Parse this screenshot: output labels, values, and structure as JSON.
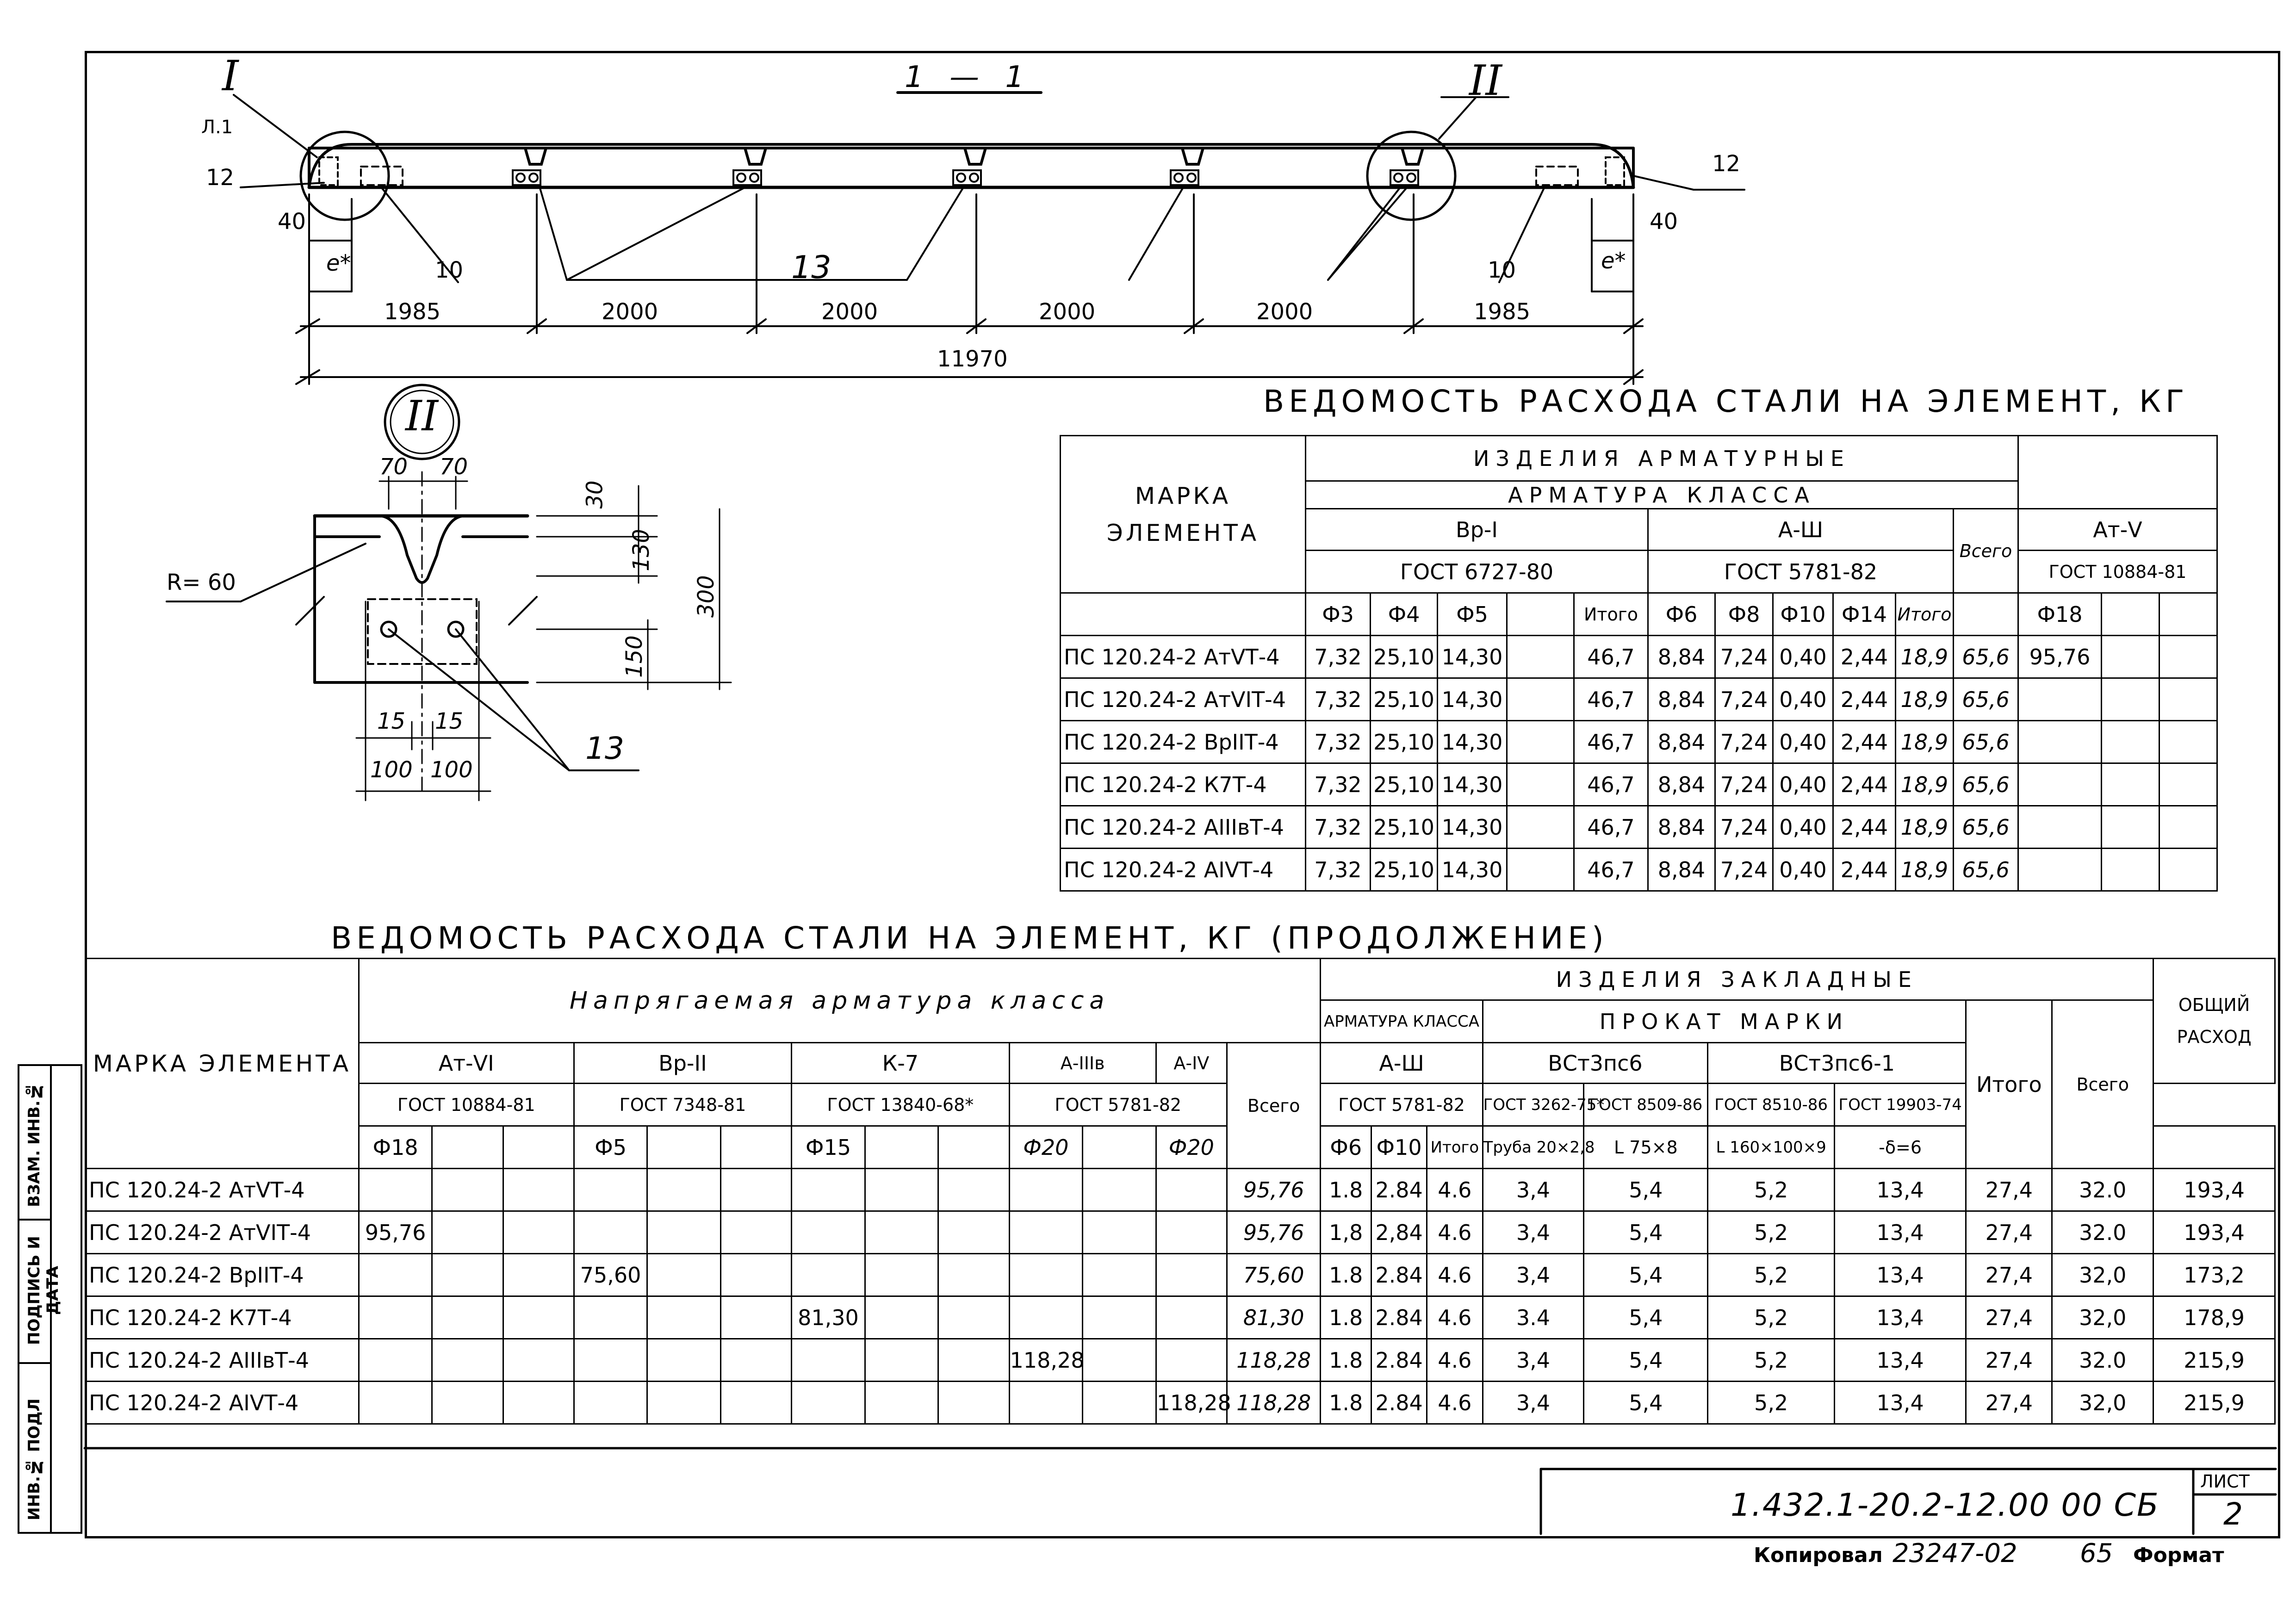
{
  "sidebar": [
    "ИНВ.№ ПОДЛ",
    "ПОДПИСЬ И ДАТА",
    "ВЗАМ. ИНВ.№"
  ],
  "drawing": {
    "section_title": "1 — 1",
    "callout_I": "I",
    "callout_I_ref": "Л.1",
    "callout_II": "II",
    "detail_II_label": "II",
    "pos": {
      "p12": "12",
      "p10": "10",
      "p13": "13"
    },
    "dims": {
      "d40": "40",
      "e": "e*",
      "spans": [
        "1985",
        "2000",
        "2000",
        "2000",
        "2000",
        "1985"
      ],
      "total": "11970"
    },
    "detail": {
      "r": "R= 60",
      "d70a": "70",
      "d70b": "70",
      "d30": "30",
      "d130": "130",
      "d300": "300",
      "d150": "150",
      "d15a": "15",
      "d15b": "15",
      "d100a": "100",
      "d100b": "100",
      "p13": "13"
    }
  },
  "table1": {
    "title": "ВЕДОМОСТЬ РАСХОДА СТАЛИ НА ЭЛЕМЕНТ, КГ",
    "head": {
      "mark": "МАРКА ЭЛЕМЕНТА",
      "products": "ИЗДЕЛИЯ АРМАТУРНЫЕ",
      "class": "АРМАТУРА КЛАССА",
      "bp1": "Вр-I",
      "a3": "А-Ш",
      "gost_bp1": "ГОСТ 6727-80",
      "gost_a3": "ГОСТ 5781-82",
      "total": "Всего",
      "at5": "Ат-V",
      "gost_at5": "ГОСТ 10884-81",
      "d3": "Ф3",
      "d4": "Ф4",
      "d5": "Ф5",
      "itogo": "Итого",
      "d6": "Ф6",
      "d8": "Ф8",
      "d10": "Ф10",
      "d14": "Ф14",
      "itogo2": "Итого",
      "d18": "Ф18"
    },
    "rows": [
      [
        "ПС 120.24-2 АтVТ-4",
        "7,32",
        "25,10",
        "14,30",
        "",
        "46,7",
        "8,84",
        "7,24",
        "0,40",
        "2,44",
        "18,9",
        "65,6",
        "95,76",
        "",
        ""
      ],
      [
        "ПС 120.24-2 АтVIТ-4",
        "7,32",
        "25,10",
        "14,30",
        "",
        "46,7",
        "8,84",
        "7,24",
        "0,40",
        "2,44",
        "18,9",
        "65,6",
        "",
        "",
        ""
      ],
      [
        "ПС 120.24-2 ВрIIТ-4",
        "7,32",
        "25,10",
        "14,30",
        "",
        "46,7",
        "8,84",
        "7,24",
        "0,40",
        "2,44",
        "18,9",
        "65,6",
        "",
        "",
        ""
      ],
      [
        "ПС 120.24-2 К7Т-4",
        "7,32",
        "25,10",
        "14,30",
        "",
        "46,7",
        "8,84",
        "7,24",
        "0,40",
        "2,44",
        "18,9",
        "65,6",
        "",
        "",
        ""
      ],
      [
        "ПС 120.24-2 АIIIвТ-4",
        "7,32",
        "25,10",
        "14,30",
        "",
        "46,7",
        "8,84",
        "7,24",
        "0,40",
        "2,44",
        "18,9",
        "65,6",
        "",
        "",
        ""
      ],
      [
        "ПС 120.24-2 АIVТ-4",
        "7,32",
        "25,10",
        "14,30",
        "",
        "46,7",
        "8,84",
        "7,24",
        "0,40",
        "2,44",
        "18,9",
        "65,6",
        "",
        "",
        ""
      ]
    ]
  },
  "table2": {
    "title": "ВЕДОМОСТЬ РАСХОДА СТАЛИ НА ЭЛЕМЕНТ, КГ (ПРОДОЛЖЕНИЕ)",
    "head": {
      "mark": "МАРКА ЭЛЕМЕНТА",
      "prestressed": "Напрягаемая арматура класса",
      "at6": "Ат-VI",
      "bp2": "Вр-II",
      "k7": "К-7",
      "a3v": "А-IIIв",
      "a4": "А-IV",
      "gost_at6": "ГОСТ 10884-81",
      "gost_bp2": "ГОСТ 7348-81",
      "gost_k7": "ГОСТ 13840-68*",
      "gost_a": "ГОСТ 5781-82",
      "d18": "Ф18",
      "d5": "Ф5",
      "d15": "Ф15",
      "d20a": "Ф20",
      "d20b": "Ф20",
      "vsego": "Всего",
      "embedded": "ИЗДЕЛИЯ ЗАКЛАДНЫЕ",
      "arm_class": "АРМАТУРА КЛАССА",
      "a3": "А-Ш",
      "prokat": "ПРОКАТ МАРКИ",
      "bst1": "ВСт3пс6",
      "bst2": "ВСт3пс6-1",
      "gost_a3": "ГОСТ 5781-82",
      "gost_3262": "ГОСТ 3262-75*",
      "gost_8509": "ГОСТ 8509-86",
      "gost_8510": "ГОСТ 8510-86",
      "gost_19903": "ГОСТ 19903-74",
      "d6": "Ф6",
      "d10": "Ф10",
      "itogo_a": "Итого",
      "truba": "Труба 20×2,8",
      "l75": "L 75×8",
      "l160": "L 160×100×9",
      "plate": "-δ=6",
      "itogo": "Итого",
      "vsego2": "Всего",
      "total": "ОБЩИЙ РАСХОД"
    },
    "rows": [
      [
        "ПС 120.24-2 АтVТ-4",
        "",
        "",
        "",
        "",
        "",
        "",
        "",
        "",
        "",
        "",
        "",
        "",
        "95,76",
        "1.8",
        "2.84",
        "4.6",
        "3,4",
        "5,4",
        "5,2",
        "13,4",
        "27,4",
        "32.0",
        "193,4"
      ],
      [
        "ПС 120.24-2 АтVIТ-4",
        "95,76",
        "",
        "",
        "",
        "",
        "",
        "",
        "",
        "",
        "",
        "",
        "",
        "95,76",
        "1,8",
        "2,84",
        "4.6",
        "3,4",
        "5,4",
        "5,2",
        "13,4",
        "27,4",
        "32.0",
        "193,4"
      ],
      [
        "ПС 120.24-2 ВрIIТ-4",
        "",
        "",
        "",
        "75,60",
        "",
        "",
        "",
        "",
        "",
        "",
        "",
        "",
        "75,60",
        "1.8",
        "2.84",
        "4.6",
        "3,4",
        "5,4",
        "5,2",
        "13,4",
        "27,4",
        "32,0",
        "173,2"
      ],
      [
        "ПС 120.24-2 К7Т-4",
        "",
        "",
        "",
        "",
        "",
        "",
        "81,30",
        "",
        "",
        "",
        "",
        "",
        "81,30",
        "1.8",
        "2.84",
        "4.6",
        "3.4",
        "5,4",
        "5,2",
        "13,4",
        "27,4",
        "32,0",
        "178,9"
      ],
      [
        "ПС 120.24-2 АIIIвТ-4",
        "",
        "",
        "",
        "",
        "",
        "",
        "",
        "",
        "",
        "118,28",
        "",
        "",
        "118,28",
        "1.8",
        "2.84",
        "4.6",
        "3,4",
        "5,4",
        "5,2",
        "13,4",
        "27,4",
        "32.0",
        "215,9"
      ],
      [
        "ПС 120.24-2 АIVТ-4",
        "",
        "",
        "",
        "",
        "",
        "",
        "",
        "",
        "",
        "",
        "",
        "118,28",
        "118,28",
        "1.8",
        "2.84",
        "4.6",
        "3,4",
        "5,4",
        "5,2",
        "13,4",
        "27,4",
        "32,0",
        "215,9"
      ]
    ]
  },
  "stamp": {
    "code": "1.432.1-20.2-12.00 00 СБ",
    "sheet_label": "ЛИСТ",
    "sheet_no": "2"
  },
  "footer": {
    "copied": "Копировал",
    "number": "23247-02",
    "page": "65",
    "format": "Формат"
  }
}
